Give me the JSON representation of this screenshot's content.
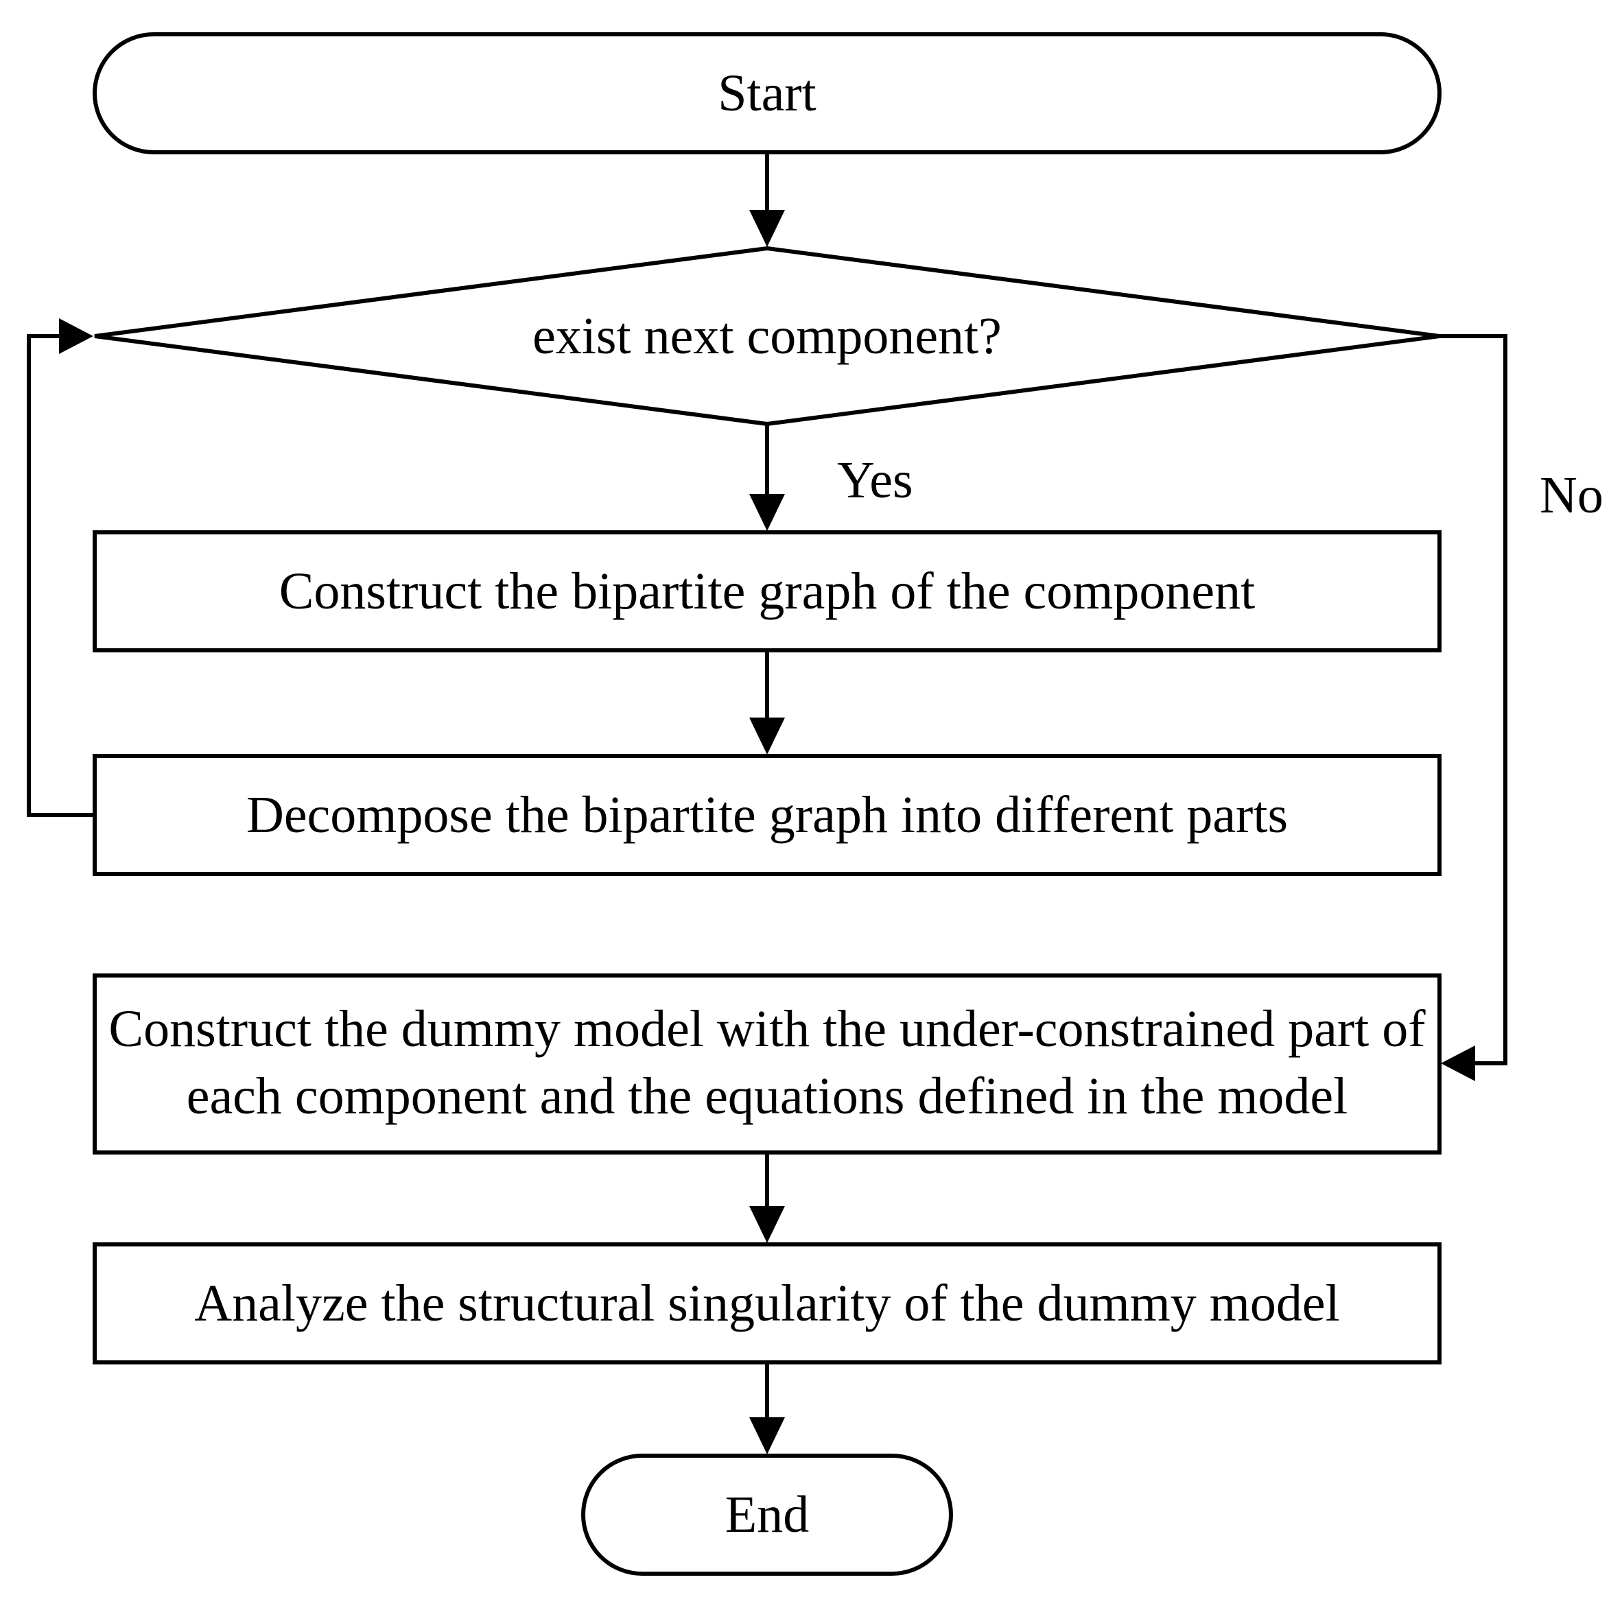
{
  "nodes": {
    "start": {
      "label": "Start"
    },
    "decision": {
      "label": "exist next component?"
    },
    "construct_graph": {
      "label": "Construct the bipartite graph of the component"
    },
    "decompose": {
      "label": "Decompose the bipartite graph into different parts"
    },
    "dummy_model": {
      "line1": "Construct the dummy model with the under-constrained part of",
      "line2": "each component and the equations defined in the model"
    },
    "analyze": {
      "label": "Analyze the structural singularity of the dummy model"
    },
    "end": {
      "label": "End"
    }
  },
  "edges": {
    "yes_label": "Yes",
    "no_label": "No"
  }
}
